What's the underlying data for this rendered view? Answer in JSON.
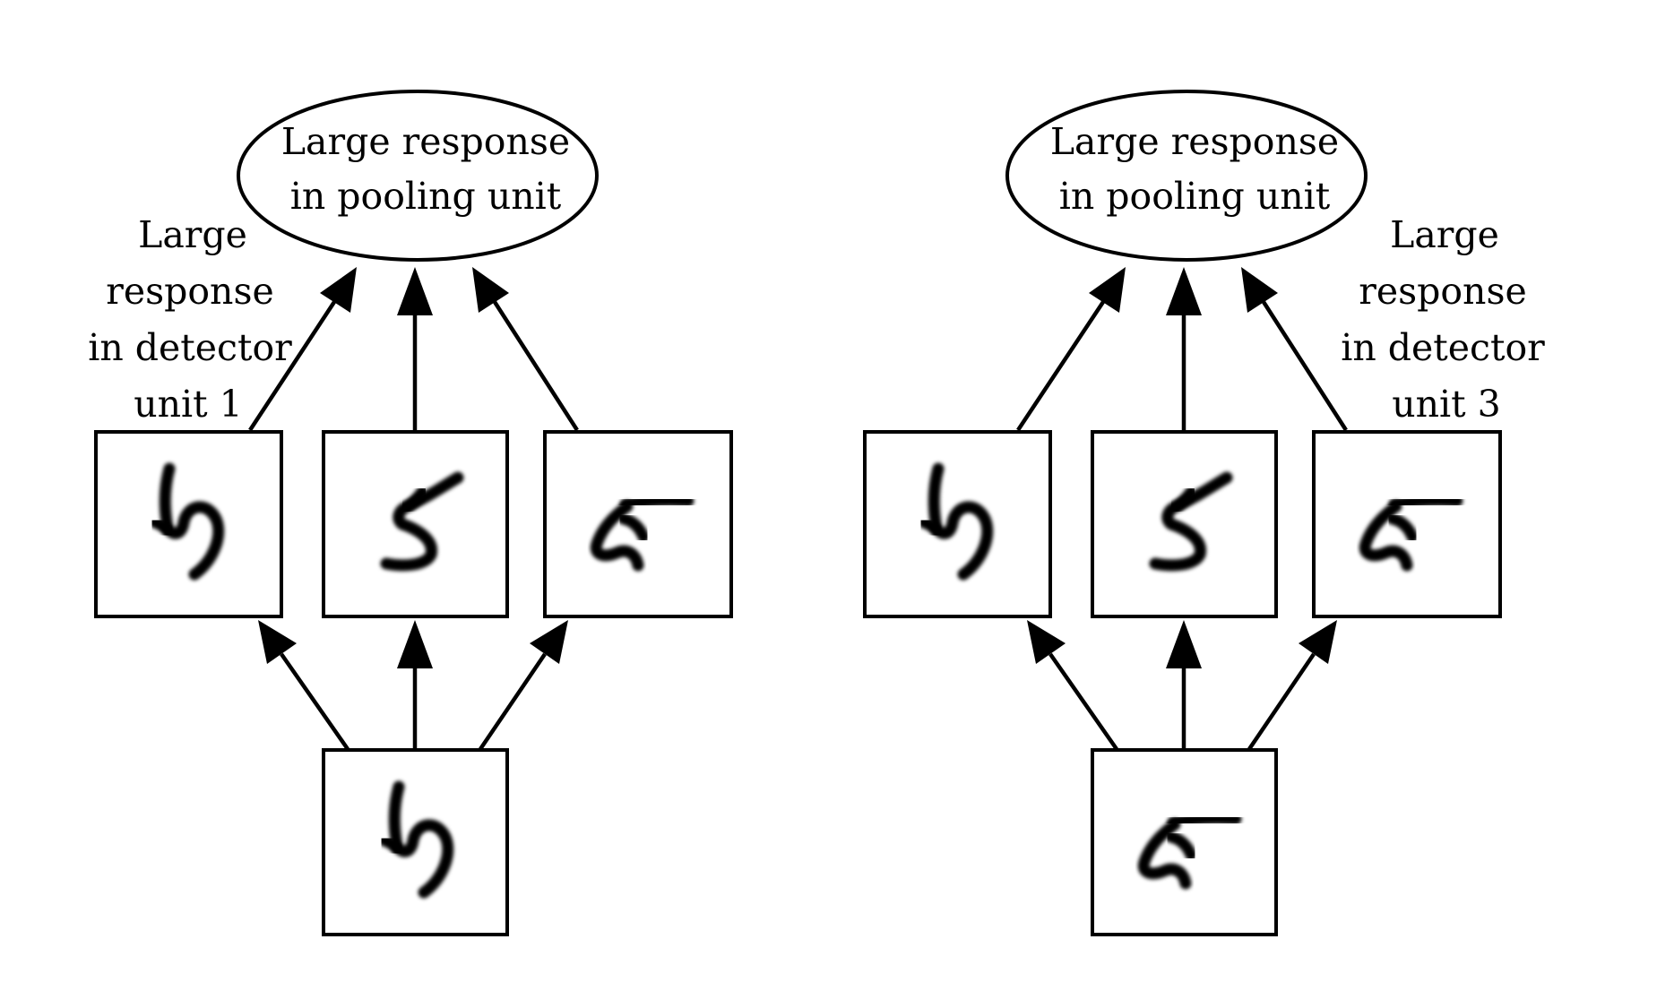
{
  "left_panel": {
    "pool_label": [
      "Large response",
      "in pooling unit"
    ],
    "detector_label": [
      "Large",
      "response",
      "in detector",
      "unit 1"
    ]
  },
  "right_panel": {
    "pool_label": [
      "Large response",
      "in pooling unit"
    ],
    "detector_label": [
      "Large",
      "response",
      "in detector",
      "unit 3"
    ]
  }
}
